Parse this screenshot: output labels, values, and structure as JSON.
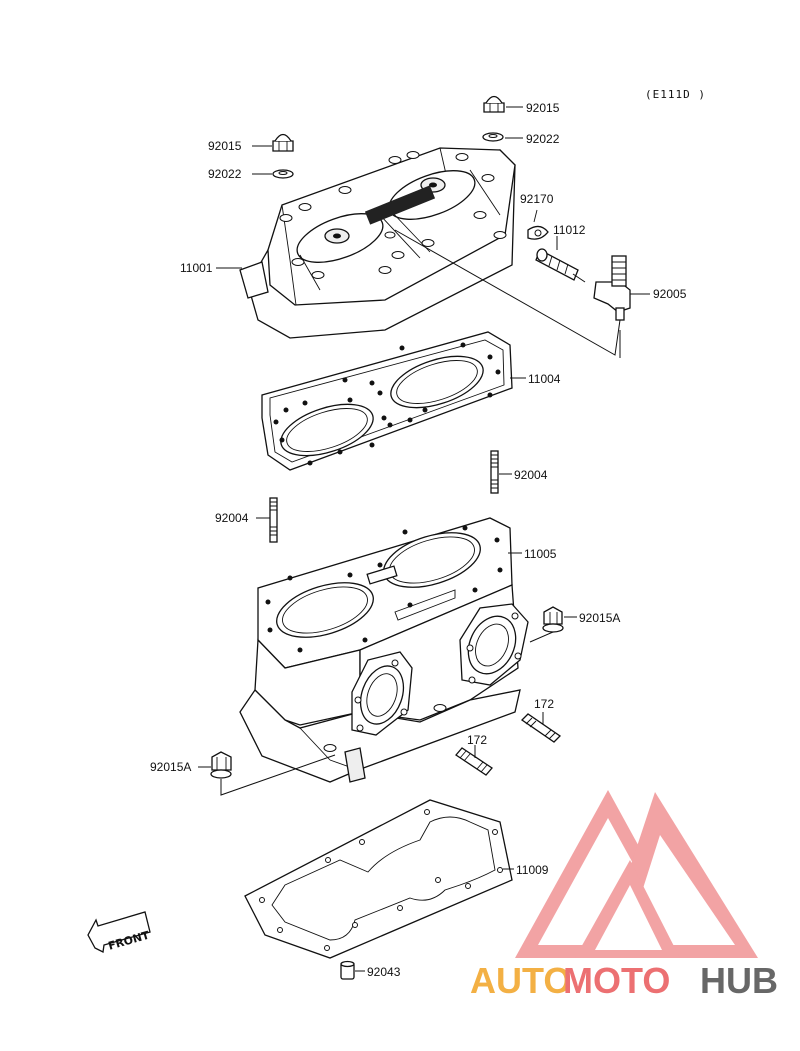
{
  "diagram": {
    "code": "(E111D )",
    "front_label": "FRONT",
    "parts": [
      {
        "id": "nut-top-right",
        "number": "92015"
      },
      {
        "id": "washer-top-right",
        "number": "92022"
      },
      {
        "id": "nut-top-left",
        "number": "92015"
      },
      {
        "id": "washer-top-left",
        "number": "92022"
      },
      {
        "id": "clamp",
        "number": "92170"
      },
      {
        "id": "bolt-fitting",
        "number": "11012"
      },
      {
        "id": "cylinder-head",
        "number": "11001"
      },
      {
        "id": "fitting-elbow",
        "number": "92005"
      },
      {
        "id": "head-gasket",
        "number": "11004"
      },
      {
        "id": "stud-right",
        "number": "92004"
      },
      {
        "id": "stud-left",
        "number": "92004"
      },
      {
        "id": "cylinder",
        "number": "11005"
      },
      {
        "id": "nut-right",
        "number": "92015A"
      },
      {
        "id": "stud-172-right",
        "number": "172"
      },
      {
        "id": "stud-172-center",
        "number": "172"
      },
      {
        "id": "nut-left",
        "number": "92015A"
      },
      {
        "id": "base-gasket",
        "number": "11009"
      },
      {
        "id": "pin",
        "number": "92043"
      }
    ]
  },
  "watermark": {
    "part1": "AUTO",
    "part2": "MOTO",
    "part3": "HUB",
    "color_auto": "#f2a324",
    "color_moto": "#e9585a",
    "color_hub": "#4d4d4d",
    "logo_color": "#e9585a"
  }
}
